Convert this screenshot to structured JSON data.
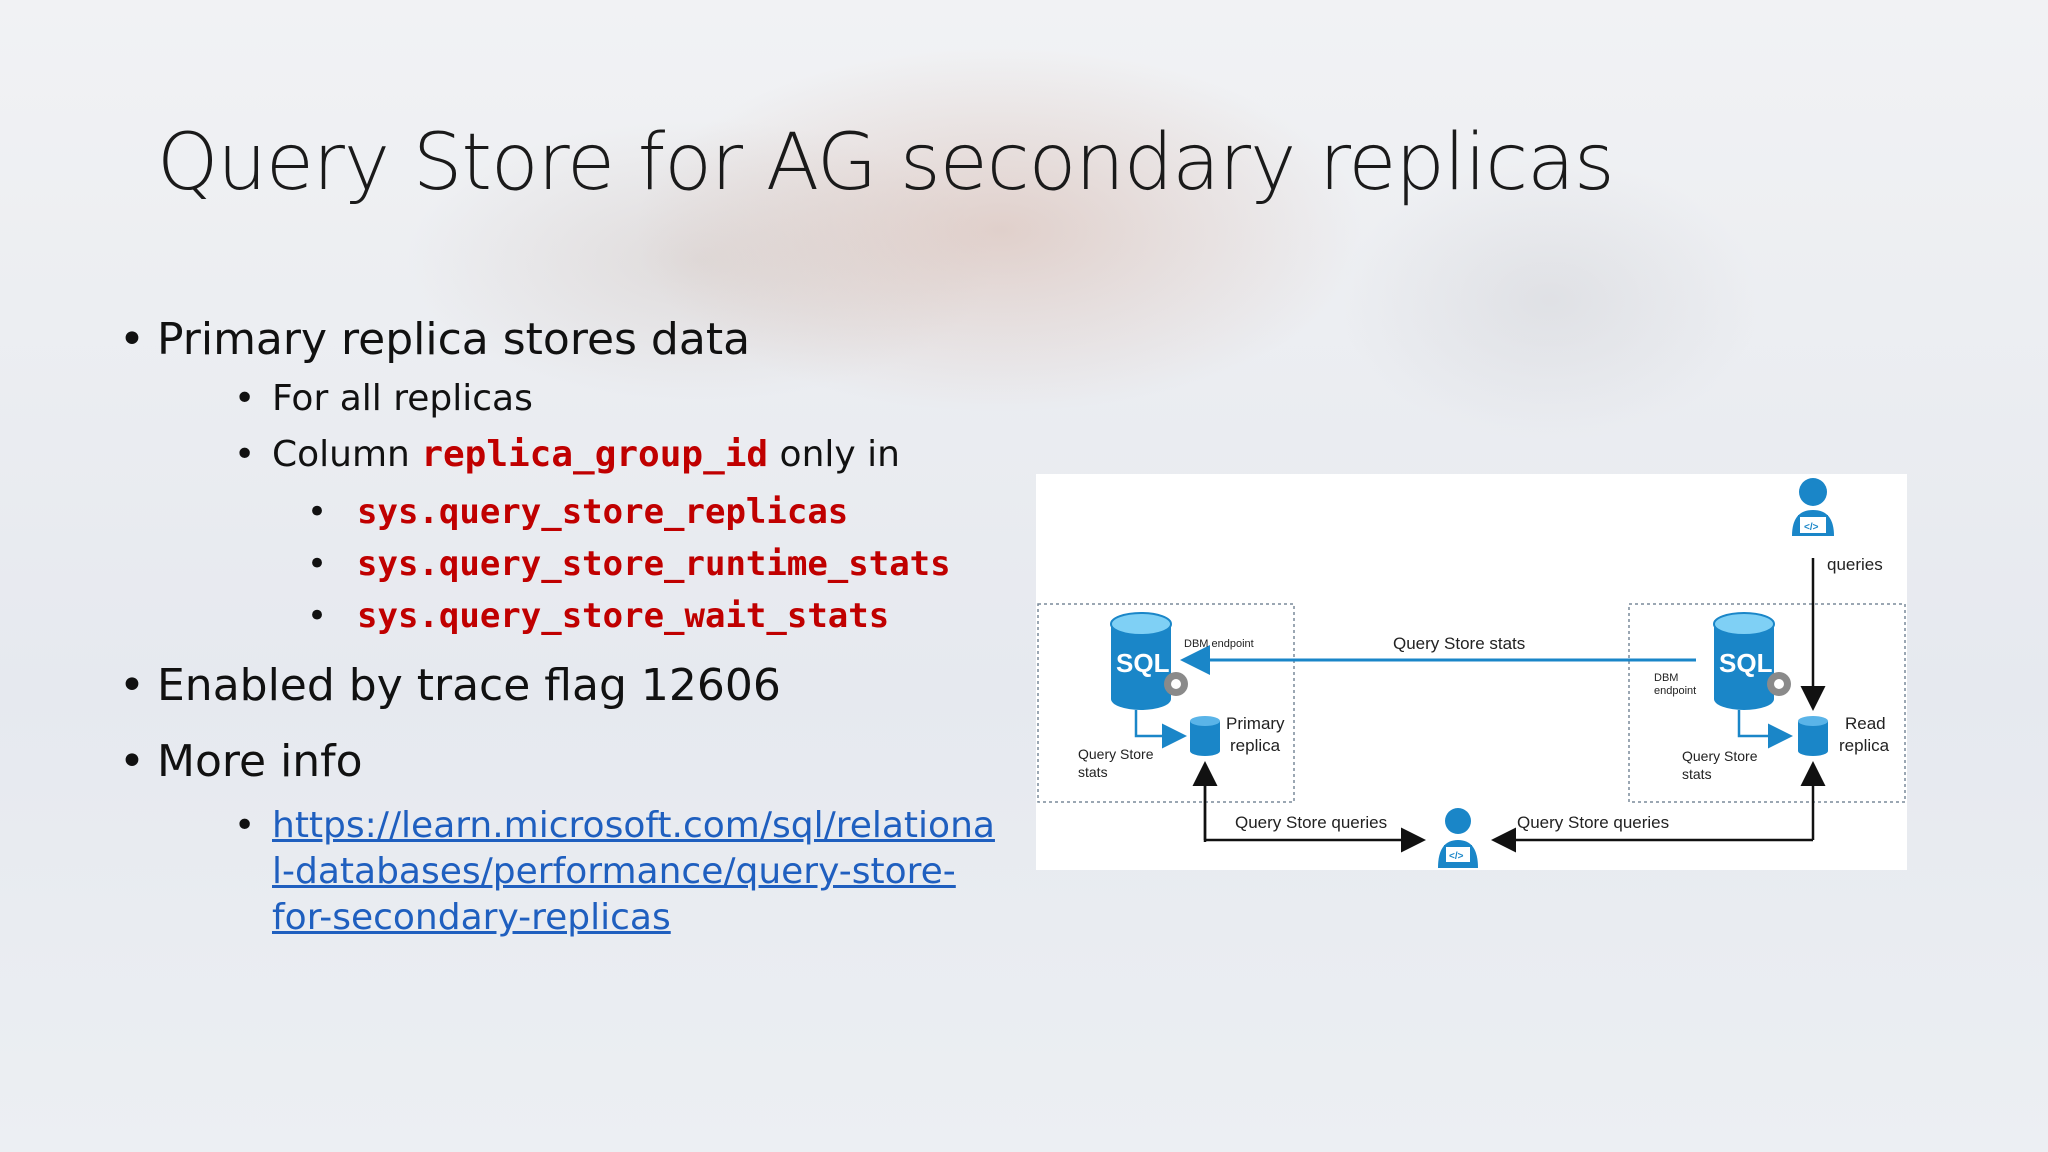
{
  "slide": {
    "title": "Query Store for AG secondary replicas",
    "bullets": {
      "b1": "Primary replica stores data",
      "b1_1": "For all replicas",
      "b1_2_prefix": "Column ",
      "b1_2_code": "replica_group_id",
      "b1_2_suffix": " only in",
      "views": [
        "sys.query_store_replicas",
        "sys.query_store_runtime_stats",
        "sys.query_store_wait_stats"
      ],
      "b2": "Enabled by trace flag 12606",
      "b3": "More info",
      "link_lines": [
        "https://learn.microsoft.com/sql/relationa",
        "l-databases/performance/query-store-",
        "for-secondary-replicas"
      ]
    },
    "bullet_glyph": "•"
  },
  "diagram": {
    "queries": "queries",
    "sql_left": "SQL",
    "sql_right": "SQL",
    "dbm_left": "DBM endpoint",
    "dbm_right_1": "DBM",
    "dbm_right_2": "endpoint",
    "qs_stats_top": "Query Store stats",
    "primary_1": "Primary",
    "primary_2": "replica",
    "read_1": "Read",
    "read_2": "replica",
    "qs_stats_left_1": "Query Store",
    "qs_stats_left_2": "stats",
    "qs_stats_right_1": "Query Store",
    "qs_stats_right_2": "stats",
    "qs_queries_left": "Query Store queries",
    "qs_queries_right": "Query Store queries",
    "code_glyph": "</>"
  },
  "colors": {
    "accent_blue": "#1a86c8",
    "code_red": "#c00000",
    "link_blue": "#1f5fbf"
  }
}
